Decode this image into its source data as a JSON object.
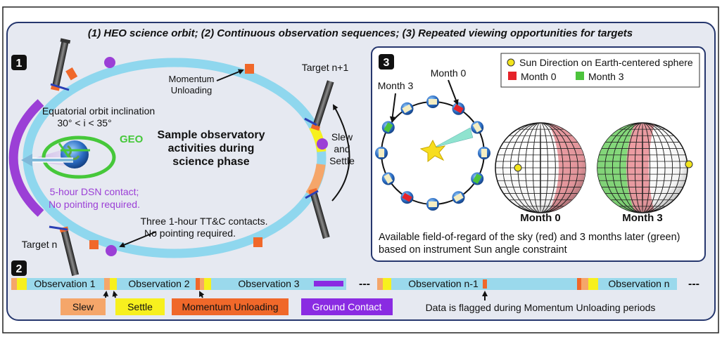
{
  "header": "(1) HEO science orbit; (2) Continuous observation sequences; (3) Repeated viewing opportunities for targets",
  "panel1": {
    "badge": "1",
    "momentum_unloading": [
      "Momentum",
      "Unloading"
    ],
    "target_n1": "Target n+1",
    "inclination": [
      "Equatorial orbit inclination",
      "30° < i < 35°"
    ],
    "geo": "GEO",
    "sample_activities": [
      "Sample observatory",
      "activities during",
      "science phase"
    ],
    "slew_settle": [
      "Slew",
      "and",
      "Settle"
    ],
    "dsn_contact": [
      "5-hour DSN contact;",
      "No pointing required."
    ],
    "ttc_contacts": [
      "Three 1-hour TT&C contacts.",
      "No pointing required."
    ],
    "target_n": "Target n"
  },
  "panel3": {
    "badge": "3",
    "month0": "Month 0",
    "month3": "Month 3",
    "legend_sun": "Sun Direction on Earth-centered sphere",
    "legend_m0": "Month 0",
    "legend_m3": "Month 3",
    "sphere_labels": [
      "Month 0",
      "Month 3"
    ],
    "caption": [
      "Available field-of-regard of the sky (red) and 3 months later (green)",
      "based on instrument Sun angle constraint"
    ]
  },
  "panel2": {
    "badge": "2",
    "observations": [
      "Observation 1",
      "Observation 2",
      "Observation 3",
      "Observation n-1",
      "Observation n"
    ],
    "ellipsis": "---",
    "legend": {
      "slew": "Slew",
      "settle": "Settle",
      "momentum": "Momentum Unloading",
      "ground": "Ground Contact",
      "flag_note": "Data is flagged during Momentum Unloading periods"
    }
  },
  "colors": {
    "orbit": "#8fd7ee",
    "observation": "#9ad9ec",
    "slew": "#f5a66a",
    "settle": "#f7f01e",
    "momentum": "#f0682a",
    "ground": "#8a2be2",
    "geo": "#46c83a",
    "month0": "#e5232a",
    "month3": "#4cc33c",
    "panel_bg": "#e6e9f1",
    "frame": "#26376e"
  }
}
